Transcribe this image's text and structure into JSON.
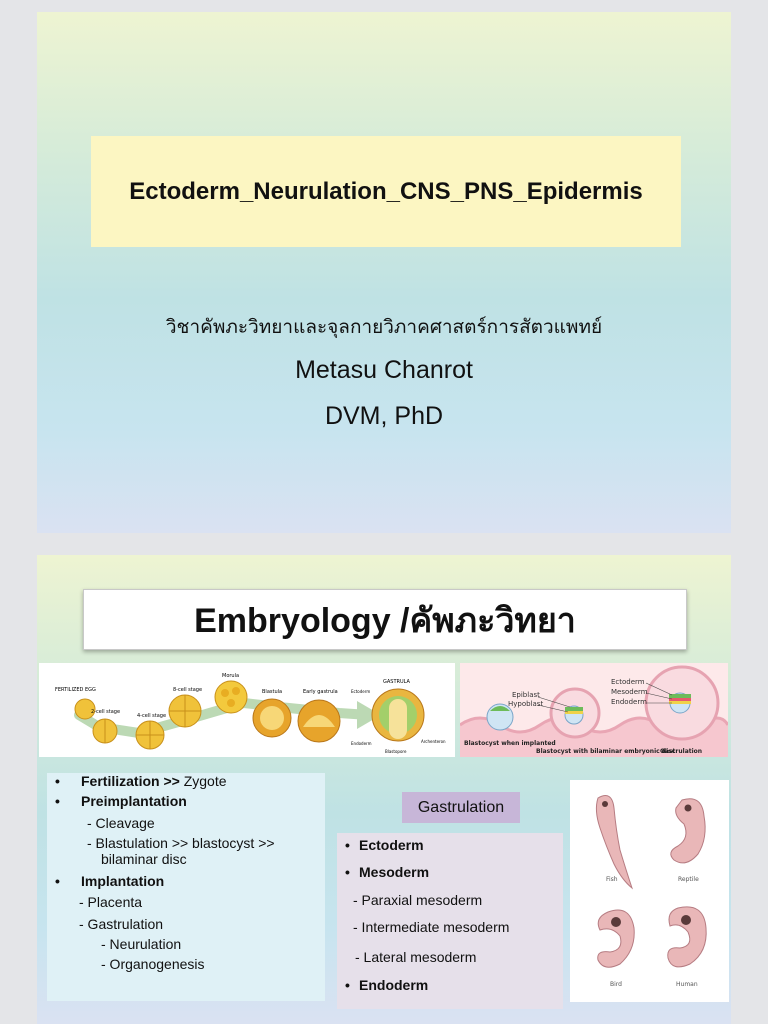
{
  "slide1": {
    "title": "Ectoderm_Neurulation_CNS_PNS_Epidermis",
    "subject_thai": "วิชาคัพภะวิทยาและจุลกายวิภาคศาสตร์การสัตวแพทย์",
    "author": "Metasu Chanrot",
    "degree": "DVM, PhD"
  },
  "slide2": {
    "heading": "Embryology /คัพภะวิทยา",
    "cleavage_figure": {
      "labels": [
        "FERTILIZED EGG",
        "2-cell stage",
        "4-cell stage",
        "8-cell stage",
        "Morula",
        "Blastula",
        "Early gastrula",
        "GASTRULA",
        "Ectoderm",
        "Endoderm",
        "Archenteron",
        "Blastopore"
      ]
    },
    "implantation_figure": {
      "labels": [
        "Epiblast",
        "Hypoblast",
        "Ectoderm",
        "Mesoderm",
        "Endoderm"
      ],
      "captions": [
        "Blastocyst when implanted",
        "Blastocyst with bilaminar embryonic disc",
        "Gastrulation"
      ]
    },
    "stages": {
      "fertilization_bold": "Fertilization >>",
      "fertilization_rest": " Zygote",
      "preimplantation": "Preimplantation",
      "cleavage": "- Cleavage",
      "blastulation_1": "- Blastulation  >> blastocyst >>",
      "blastulation_2": "bilaminar disc",
      "implantation": "Implantation",
      "placenta": "- Placenta",
      "gastrulation": "- Gastrulation",
      "neurulation": "- Neurulation",
      "organogenesis": "- Organogenesis"
    },
    "gastrulation_badge": "Gastrulation",
    "germ_layers": {
      "ectoderm": "Ectoderm",
      "mesoderm": "Mesoderm",
      "paraxial": "- Paraxial mesoderm",
      "intermediate": "- Intermediate mesoderm",
      "lateral": "- Lateral mesoderm",
      "endoderm": "Endoderm"
    },
    "animals": [
      "Fish",
      "Reptile",
      "Bird",
      "Human"
    ],
    "bullet": "•"
  }
}
